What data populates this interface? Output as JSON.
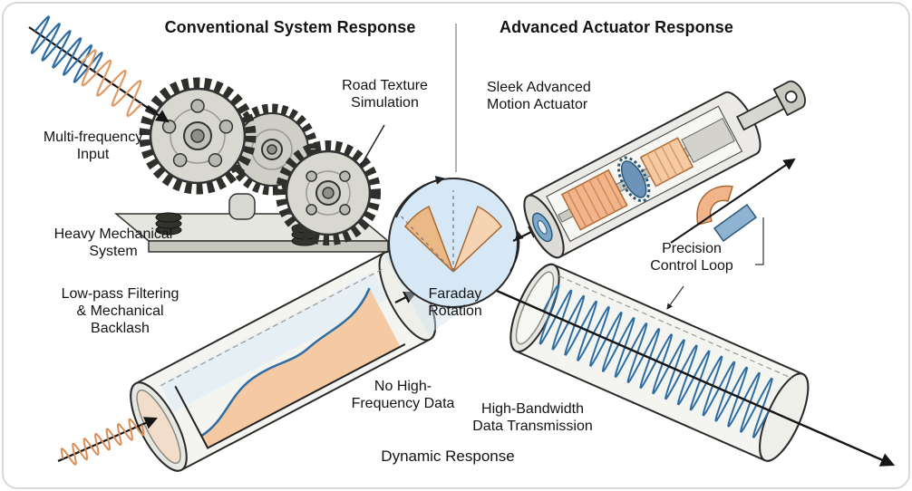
{
  "diagram": {
    "left_panel": {
      "title": "Conventional System Response",
      "multi_frequency_input": "Multi-frequency\nInput",
      "road_texture_simulation": "Road Texture\nSimulation",
      "heavy_mechanical_system": "Heavy Mechanical\nSystem",
      "low_pass_filtering": "Low-pass Filtering\n& Mechanical\nBacklash",
      "no_high_frequency_data": "No High-\nFrequency Data"
    },
    "right_panel": {
      "title": "Advanced Actuator Response",
      "sleek_advanced_motion_actuator": "Sleek Advanced\nMotion Actuator",
      "precision_control_loop": "Precision\nControl Loop",
      "high_bandwidth_data_transmission": "High-Bandwidth\nData Transmission"
    },
    "center": {
      "faraday_rotation": "Faraday\nRotation",
      "dynamic_response": "Dynamic Response"
    }
  },
  "colors": {
    "signal_blue": "#2e6da4",
    "signal_orange": "#e09a66",
    "fill_orange": "#f5c9a2",
    "fill_light_blue": "#d6e8f5",
    "metal_gray": "#d8d8d1",
    "line_dark": "#151515"
  }
}
